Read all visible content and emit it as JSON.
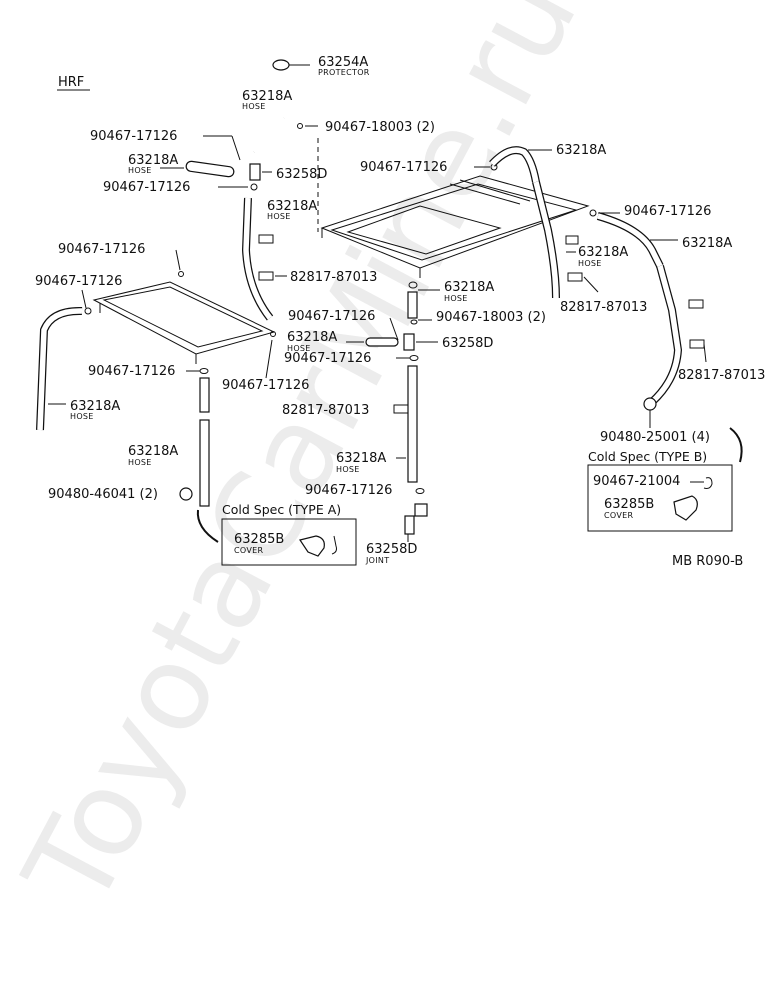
{
  "watermark": "ToyotaCarMine.ru",
  "header": {
    "title": "HRF"
  },
  "code": "MB R090-B",
  "parts": {
    "protector_63254A": {
      "num": "63254A",
      "sub": "PROTECTOR"
    },
    "hose_top": {
      "num": "63218A",
      "sub": "HOSE"
    },
    "clamp_tl1": "90467-17126",
    "clip_top": "90467-18003 (2)",
    "hose_small": {
      "num": "63218A",
      "sub": "HOSE"
    },
    "joint_top": "63258D",
    "clamp_tl2": "90467-17126",
    "hose_mid_left": {
      "num": "63218A",
      "sub": "HOSE"
    },
    "clamp_left1": "90467-17126",
    "clamp_left2": "90467-17126",
    "pad_left": "82817-87013",
    "clamp_right_top": "90467-17126",
    "hose_right_top": "63218A",
    "clamp_right2": "90467-17126",
    "hose_right3": {
      "num": "63218A",
      "sub": "HOSE"
    },
    "hose_right4": "63218A",
    "pad_right": "82817-87013",
    "pad_right2": "82817-87013",
    "hose_center": {
      "num": "63218A",
      "sub": "HOSE"
    },
    "clamp_center1": "90467-17126",
    "clip_center": "90467-18003 (2)",
    "hose_center2": {
      "num": "63218A",
      "sub": "HOSE"
    },
    "joint_center": "63258D",
    "clamp_center2": "90467-17126",
    "pad_center": "82817-87013",
    "hose_center3": {
      "num": "63218A",
      "sub": "HOSE"
    },
    "clamp_center3": "90467-17126",
    "joint_bottom": {
      "num": "63258D",
      "sub": "JOINT"
    },
    "hose_far_left": {
      "num": "63218A",
      "sub": "HOSE"
    },
    "clamp_left3": "90467-17126",
    "clamp_left4": "90467-17126",
    "hose_left_drop": {
      "num": "63218A",
      "sub": "HOSE"
    },
    "grommet_left": "90480-46041 (2)",
    "grommet_right": "90480-25001 (4)"
  },
  "cold_spec_a": {
    "title": "Cold Spec (TYPE A)",
    "num": "63285B",
    "sub": "COVER"
  },
  "cold_spec_b": {
    "title": "Cold Spec (TYPE B)",
    "clamp": "90467-21004",
    "num": "63285B",
    "sub": "COVER"
  }
}
